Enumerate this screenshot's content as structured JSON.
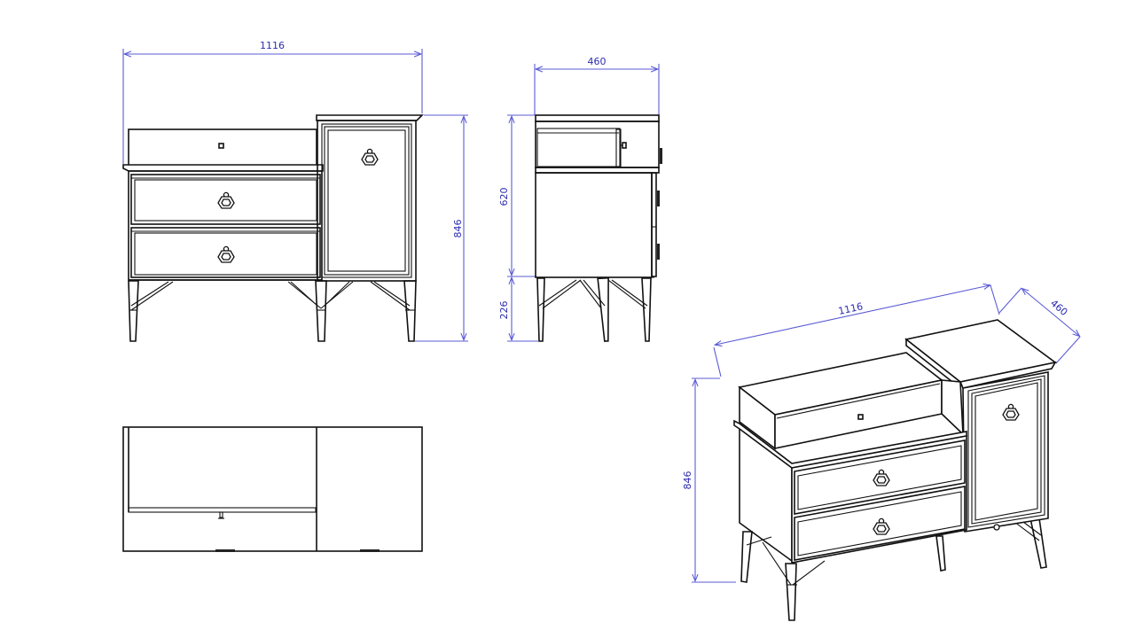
{
  "drawing": {
    "title": "Shoe cabinet / dresser technical drawing",
    "colors": {
      "line": "#111111",
      "dimension": "#5b5bd6",
      "dimension_text": "#2b2bb0",
      "background": "#ffffff"
    },
    "units": "mm"
  },
  "front_view": {
    "width_label": "1116",
    "height_label": "846",
    "parts": [
      "top-drawer",
      "drawer-1",
      "drawer-2",
      "tall-door",
      "legs"
    ]
  },
  "side_view": {
    "depth_label": "460",
    "body_height_label": "620",
    "leg_height_label": "226"
  },
  "top_view": {
    "parts": [
      "left-compartment",
      "right-compartment",
      "drawer-pull",
      "feet"
    ]
  },
  "isometric_view": {
    "width_label": "1116",
    "depth_label": "460",
    "height_label": "846"
  },
  "icons": {
    "knob": "hexagonal-ring-pull",
    "small_knob": "square-knob"
  }
}
